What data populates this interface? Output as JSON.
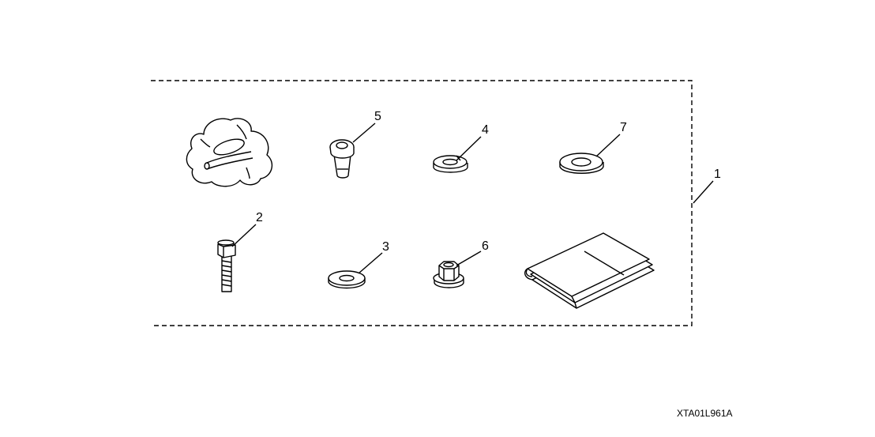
{
  "callouts": {
    "kit": "1",
    "bolt": "2",
    "washer_small": "3",
    "lock_washer": "4",
    "collar": "5",
    "flange_nut": "6",
    "washer_large": "7"
  },
  "reference_code": "XTA01L961A"
}
